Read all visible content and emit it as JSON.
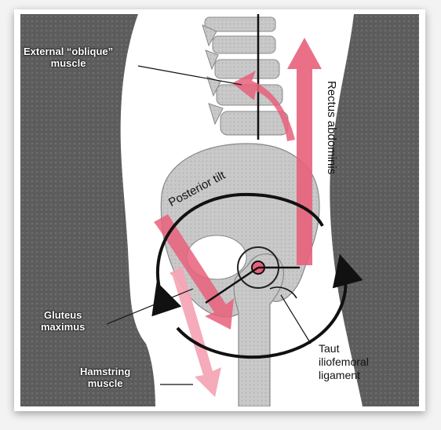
{
  "labels": {
    "external_oblique": "External “oblique” muscle",
    "rectus_abdominis": "Rectus abdominis",
    "posterior_tilt": "Posterior tilt",
    "gluteus_maximus": "Gluteus maximus",
    "hamstring": "Hamstring muscle",
    "iliofemoral": "Taut iliofemoral ligament"
  },
  "label_lines": {
    "external_oblique": [
      "External “oblique”",
      "muscle"
    ],
    "gluteus_maximus": [
      "Gluteus",
      "maximus"
    ],
    "hamstring": [
      "Hamstring",
      "muscle"
    ],
    "iliofemoral": [
      "Taut",
      "iliofemoral",
      "ligament"
    ]
  },
  "colors": {
    "background_dark": "#5a5a5a",
    "body": "#ffffff",
    "bone": "#cfcfcf",
    "muscle_pink": "#e8607a",
    "muscle_light": "#f4a7b5",
    "arrow_black": "#111111"
  }
}
